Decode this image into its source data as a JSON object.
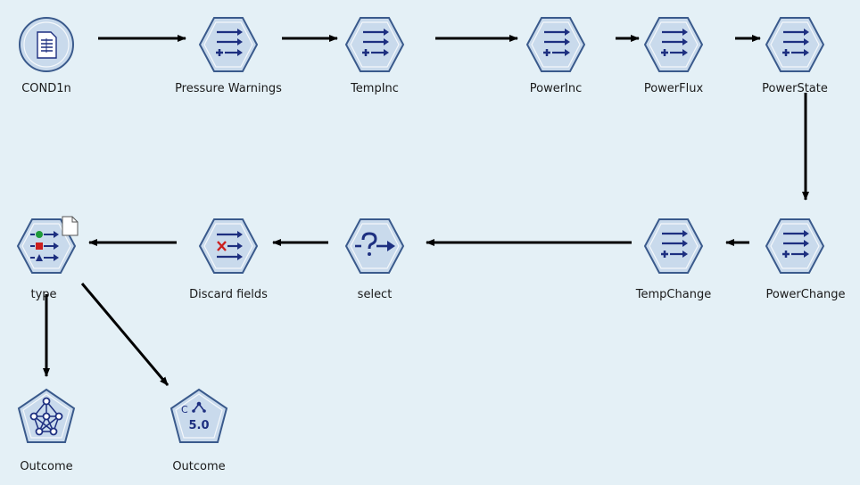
{
  "nodes": {
    "cond1n": {
      "label": "COND1n",
      "icon": "variable-file-source-icon"
    },
    "pressure_warnings": {
      "label": "Pressure Warnings",
      "icon": "derive-icon"
    },
    "tempinc": {
      "label": "TempInc",
      "icon": "derive-icon"
    },
    "powerinc": {
      "label": "PowerInc",
      "icon": "derive-icon"
    },
    "powerflux": {
      "label": "PowerFlux",
      "icon": "derive-icon"
    },
    "powerstate": {
      "label": "PowerState",
      "icon": "derive-icon"
    },
    "powerchange": {
      "label": "PowerChange",
      "icon": "derive-icon"
    },
    "tempchange": {
      "label": "TempChange",
      "icon": "derive-icon"
    },
    "select": {
      "label": "select",
      "icon": "select-icon"
    },
    "discard_fields": {
      "label": "Discard fields",
      "icon": "filter-icon"
    },
    "type": {
      "label": "type",
      "icon": "type-icon"
    },
    "outcome_neural": {
      "label": "Outcome",
      "icon": "neural-net-model-icon"
    },
    "outcome_c50": {
      "label": "Outcome",
      "icon": "c50-model-icon",
      "badge": "5.0"
    }
  },
  "colors": {
    "canvas": "#e4f0f6",
    "node_fill": "#c9daec",
    "node_stroke": "#3a5a8c",
    "glyph": "#1d2f80",
    "link": "#000000"
  }
}
